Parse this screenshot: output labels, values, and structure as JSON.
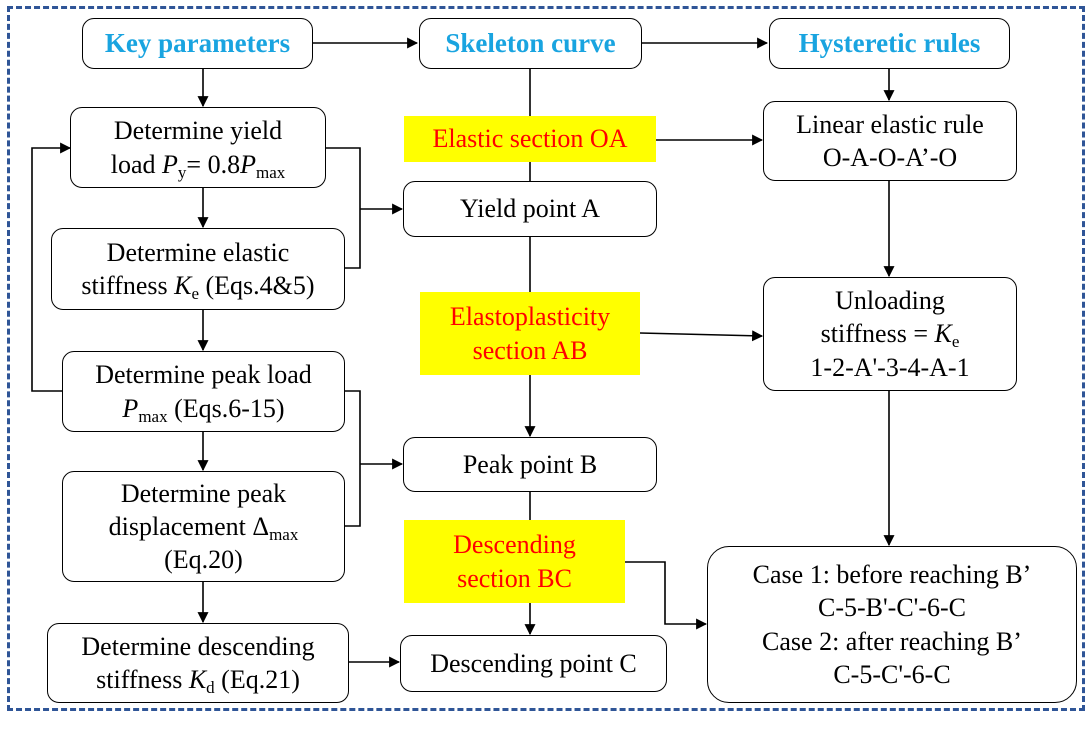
{
  "headers": {
    "key_parameters": "Key parameters",
    "skeleton_curve": "Skeleton curve",
    "hysteretic_rules": "Hysteretic rules"
  },
  "left": {
    "yield_load": {
      "line1": "Determine yield",
      "line2_prefix": "load ",
      "line2_var": "P",
      "line2_sub": "y",
      "line2_mid": "= 0.8",
      "line2_var2": "P",
      "line2_sub2": "max"
    },
    "elastic_stiffness": {
      "line1": "Determine elastic",
      "line2_prefix": "stiffness ",
      "line2_var": "K",
      "line2_sub": "e",
      "line2_suffix": " (Eqs.4&5)"
    },
    "peak_load": {
      "line1": "Determine peak load",
      "line2_var": "P",
      "line2_sub": "max",
      "line2_suffix": " (Eqs.6-15)"
    },
    "peak_displacement": {
      "line1": "Determine peak",
      "line2_prefix": "displacement Δ",
      "line2_sub": "max",
      "line3": "(Eq.20)"
    },
    "descending_stiffness": {
      "line1": "Determine descending",
      "line2_prefix": "stiffness ",
      "line2_var": "K",
      "line2_sub": "d",
      "line2_suffix": " (Eq.21)"
    }
  },
  "middle": {
    "elastic_section": "Elastic section OA",
    "yield_point": "Yield point A",
    "elastoplastic_section": {
      "line1": "Elastoplasticity",
      "line2": "section AB"
    },
    "peak_point": "Peak point B",
    "descending_section": {
      "line1": "Descending",
      "line2": "section BC"
    },
    "descending_point": "Descending point C"
  },
  "right": {
    "linear_elastic": {
      "line1": "Linear elastic rule",
      "line2": "O-A-O-A’-O"
    },
    "unloading": {
      "line1": "Unloading",
      "line2_prefix": "stiffness = ",
      "line2_var": "K",
      "line2_sub": "e",
      "line3": "1-2-A'-3-4-A-1"
    },
    "cases": {
      "line1": "Case 1: before reaching B’",
      "line2": "C-5-B'-C'-6-C",
      "line3": "Case 2: after reaching B’",
      "line4": "C-5-C'-6-C"
    }
  },
  "colors": {
    "header_text": "#19a4e0",
    "highlight_fill": "#ffff00",
    "highlight_text": "#ff0000",
    "frame_border": "#2f5597"
  }
}
